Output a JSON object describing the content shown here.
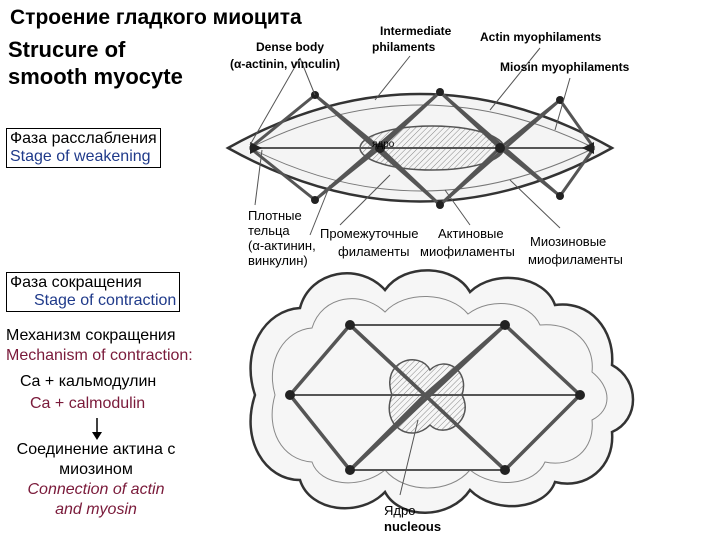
{
  "title": {
    "ru": "Строение гладкого миоцита",
    "en_line1": "Strucure of",
    "en_line2": "smooth myocyte"
  },
  "relaxation": {
    "ru": "Фаза расслабления",
    "en": "Stage of weakening"
  },
  "contraction": {
    "ru": "Фаза сокращения",
    "en": "Stage of contraction"
  },
  "top_labels": {
    "dense_body": "Dense body",
    "dense_body_sub": "(α-actinin, vinculin)",
    "intermediate_1": "Intermediate",
    "intermediate_2": "philaments",
    "actin": "Actin myophilaments",
    "myosin": "Miosin myophilaments",
    "nucleus_small": "ядро"
  },
  "mid_labels": {
    "dense_ru_1": "Плотные",
    "dense_ru_2": "тельца",
    "dense_ru_3": "(α-актинин,",
    "dense_ru_4": "винкулин)",
    "intermediate_ru_1": "Промежуточные",
    "intermediate_ru_2": "филаменты",
    "actin_ru_1": "Актиновые",
    "actin_ru_2": "миофиламенты",
    "myosin_ru_1": "Миозиновые",
    "myosin_ru_2": "миофиламенты"
  },
  "mechanism": {
    "title_ru": "Механизм сокращения",
    "title_en": "Mechanism of contraction:",
    "step1_ru": "Ca + кальмодулин",
    "step1_en": "Ca + calmodulin",
    "step2_ru_1": "Соединение актина с",
    "step2_ru_2": "миозином",
    "step2_en_1": "Connection of actin",
    "step2_en_2": "and myosin"
  },
  "bottom_labels": {
    "nucleus_ru": "Ядро",
    "nucleus_en": "nucleous"
  },
  "colors": {
    "accent_blue": "#1f3a8a",
    "accent_maroon": "#7a1a3a",
    "cell_gray": "#555555"
  }
}
